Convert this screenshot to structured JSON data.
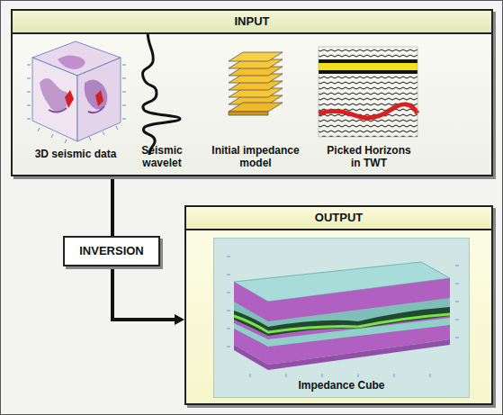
{
  "diagram": {
    "nodes": [
      {
        "text": [
          "INPUT"
        ]
      },
      {
        "text": [
          "INVERSION"
        ]
      },
      {
        "text": [
          "OUTPUT"
        ]
      },
      {
        "text": [
          "Impedance Cube"
        ],
        "in": 2
      }
    ],
    "edges": [
      {
        "from": 0,
        "to": 1,
        "arrow": "none"
      },
      {
        "from": 1,
        "to": 2,
        "arrow": "to"
      }
    ],
    "labels": [
      "3D seismic data",
      "Seismic wavelet",
      "Initial impedance model",
      "Picked Horizons in TWT"
    ]
  }
}
